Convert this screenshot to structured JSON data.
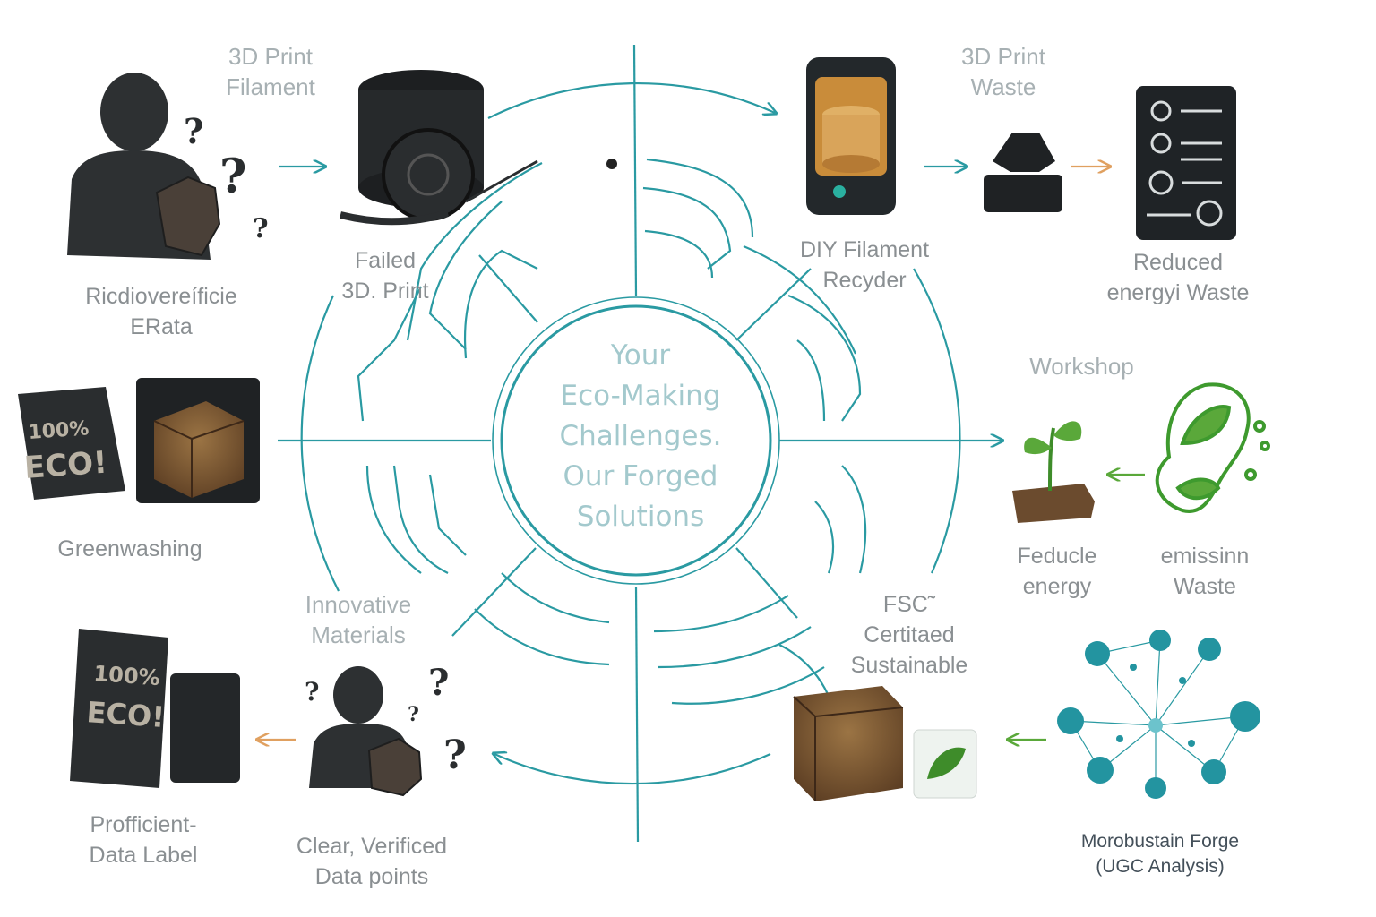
{
  "center": {
    "lines": [
      "Your",
      "Eco-Making",
      "Challenges.",
      "Our Forged",
      "Solutions"
    ]
  },
  "labels": {
    "print_filament": [
      "3D Print",
      "Filament"
    ],
    "person_confused": [
      "Ricdiovereíficie",
      "ERata"
    ],
    "failed_print": [
      "Failed",
      "3D. Print"
    ],
    "recycler": [
      "DIY Filament",
      "Recyder"
    ],
    "print_waste": [
      "3D Print",
      "Waste"
    ],
    "reduced": [
      "Reduced",
      "energyi Waste"
    ],
    "workshop": [
      "Workshop"
    ],
    "greenwashing": [
      "Greenwashing"
    ],
    "feducle": [
      "Feducle",
      "energy"
    ],
    "emissinn": [
      "emissinn",
      "Waste"
    ],
    "innovative": [
      "Innovative",
      "Materials"
    ],
    "fsc": [
      "FSC˜",
      "Certitaed",
      "Sustainable"
    ],
    "proficient": [
      "Profficient-",
      "Data Label"
    ],
    "clear": [
      "Clear, Verificed",
      "Data points"
    ],
    "forge": [
      "Morobustain Forge",
      "(UGC Analysis)"
    ]
  },
  "badges": {
    "eco_top": [
      "100%",
      "ECO!"
    ],
    "eco_bottom": [
      "100%",
      "ECO!"
    ]
  },
  "icons": [
    "person-confused-icon",
    "question-mark-icon",
    "filament-spool-icon",
    "recycler-machine-icon",
    "waste-block-icon",
    "checklist-icon",
    "eco-badge-icon",
    "wood-block-icon",
    "seedling-icon",
    "leaf-head-icon",
    "network-icon",
    "fsc-block-icon",
    "arrow-icon"
  ],
  "colors": {
    "teal": "#2a9aa2",
    "orange": "#e0a060",
    "green": "#5aa83a",
    "dark": "#2a2d2f",
    "wood": "#6b4b2e"
  }
}
